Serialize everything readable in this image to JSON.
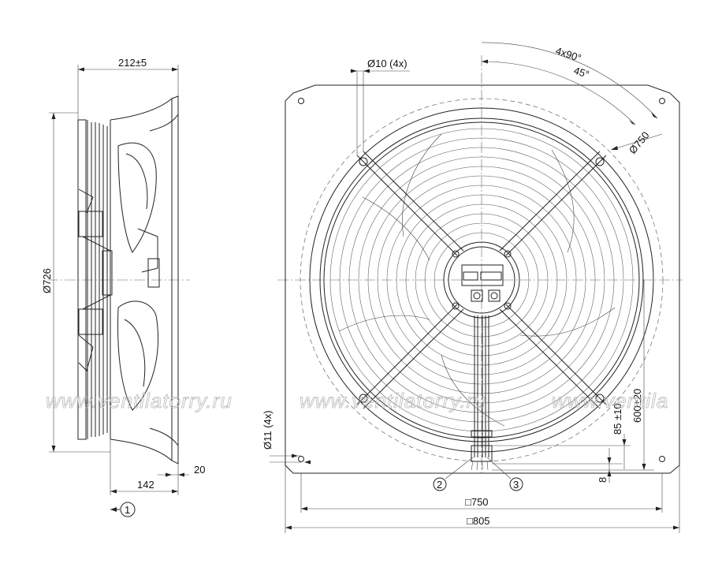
{
  "side_view": {
    "depth_label": "212±5",
    "diameter_label": "Ø726",
    "hub_depth_label": "142",
    "flange_label": "20",
    "airflow_marker": "1"
  },
  "front_view": {
    "hole_label": "Ø10 (4x)",
    "hole_pattern_label": "4x90°",
    "angle_label": "45°",
    "pitch_diameter_label": "Ø750",
    "mount_hole_label": "Ø11 (4x)",
    "cable_length_label": "600±20",
    "cable_offset_label": "85 ±10",
    "bottom_offset_label": "8",
    "inner_width_label": "□750",
    "outer_width_label": "□805",
    "callout_cable": "2",
    "callout_gland": "3"
  },
  "watermark": {
    "text_1": "www.ventilatorry.ru",
    "text_2": "www.ventilatorry.ru",
    "text_3": "www.ventila"
  }
}
